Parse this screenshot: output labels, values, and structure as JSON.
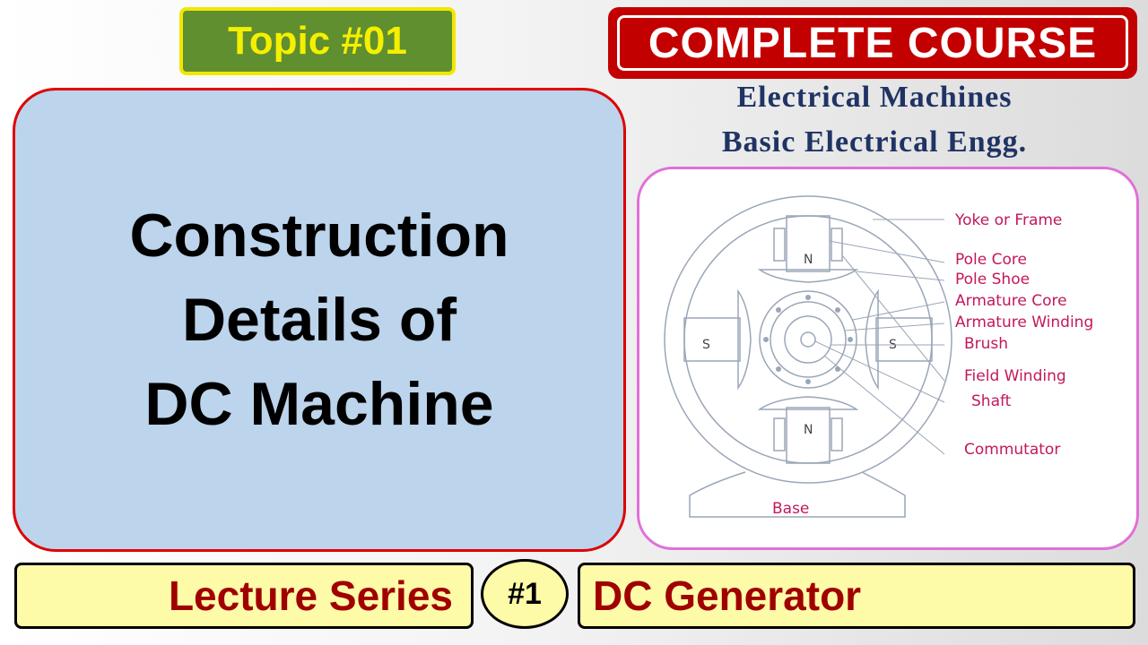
{
  "topic": "Topic #01",
  "course": {
    "title": "COMPLETE COURSE",
    "line1": "Electrical Machines",
    "line2": "Basic Electrical Engg."
  },
  "main": {
    "line1": "Construction",
    "line2": "Details of",
    "line3": "DC Machine"
  },
  "diagram": {
    "labels": {
      "yoke": "Yoke or Frame",
      "pole_core": "Pole Core",
      "pole_shoe": "Pole Shoe",
      "armature_core": "Armature Core",
      "armature_winding": "Armature Winding",
      "brush": "Brush",
      "field_winding": "Field Winding",
      "shaft": "Shaft",
      "commutator": "Commutator",
      "base": "Base"
    },
    "pole_marks": {
      "top": "N",
      "bottom": "N",
      "left": "S",
      "right": "S"
    }
  },
  "footer": {
    "series": "Lecture Series",
    "number": "#1",
    "subject": "DC Generator"
  }
}
